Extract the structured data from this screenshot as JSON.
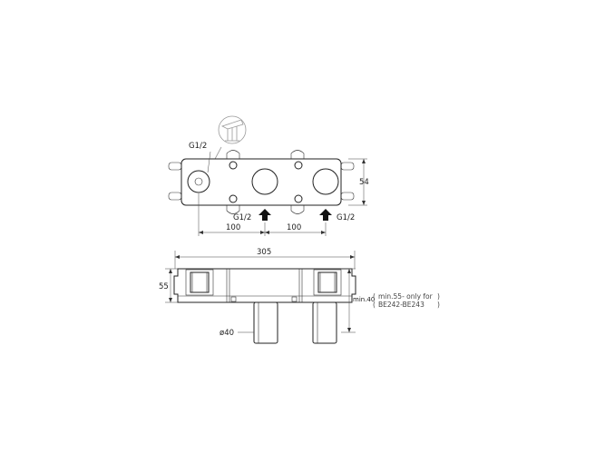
{
  "top_view": {
    "thread_label_left": "G1/2",
    "thread_label_inlet_left": "G1/2",
    "thread_label_inlet_right": "G1/2",
    "height_dim": "54",
    "spacing_left": "100",
    "spacing_right": "100"
  },
  "side_view": {
    "width_dim": "305",
    "height_dim": "55",
    "pipe_diameter": "ø40",
    "min_depth": "min.40",
    "note_line1": "min.55- only for",
    "note_line2": "BE242-BE243"
  }
}
